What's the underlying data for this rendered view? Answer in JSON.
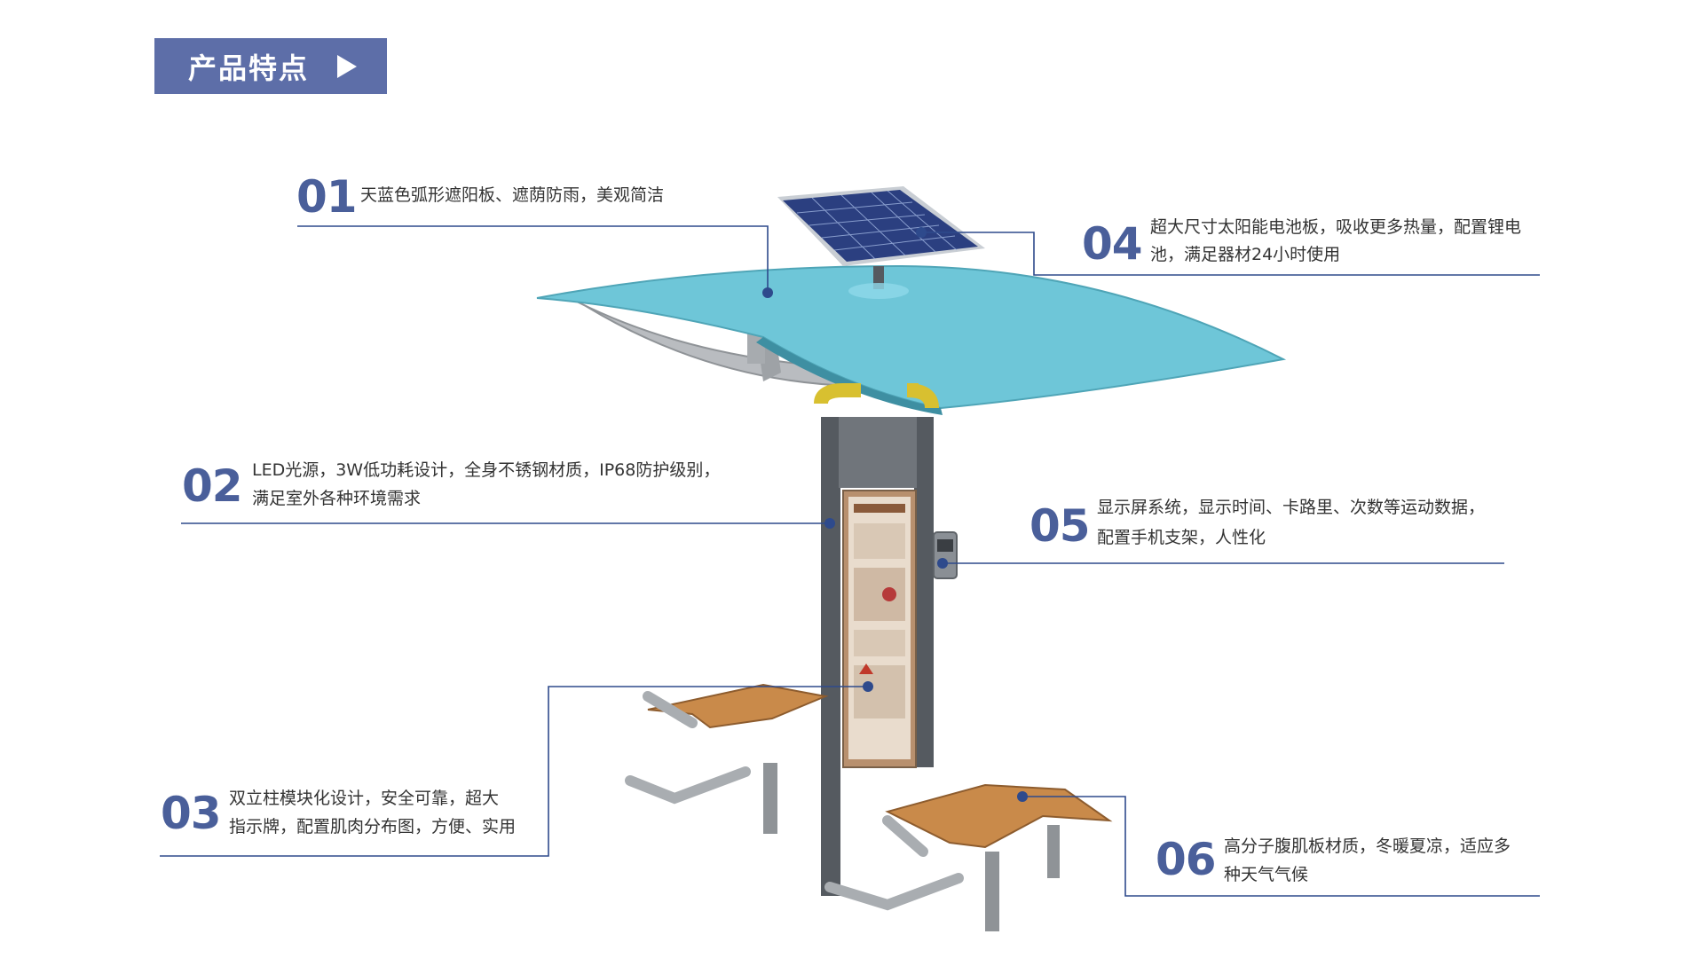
{
  "header": {
    "title": "产品特点"
  },
  "features": [
    {
      "number": "01",
      "lines": [
        "天蓝色弧形遮阳板、遮荫防雨，美观简洁"
      ]
    },
    {
      "number": "02",
      "lines": [
        "LED光源，3W低功耗设计，全身不锈钢材质，IP68防护级别，",
        "满足室外各种环境需求"
      ]
    },
    {
      "number": "03",
      "lines": [
        "双立柱模块化设计，安全可靠，超大",
        "指示牌，配置肌肉分布图，方便、实用"
      ]
    },
    {
      "number": "04",
      "lines": [
        "超大尺寸太阳能电池板，吸收更多热量，配置锂电",
        "池，满足器材24小时使用"
      ]
    },
    {
      "number": "05",
      "lines": [
        "显示屏系统，显示时间、卡路里、次数等运动数据，",
        "配置手机支架，人性化"
      ]
    },
    {
      "number": "06",
      "lines": [
        "高分子腹肌板材质，冬暖夏凉，适应多",
        "种天气气候"
      ]
    }
  ],
  "colors": {
    "accent": "#5d6ea8",
    "number": "#4a5f9a",
    "line": "#2e4a8c",
    "canopy": "#6ec6d8",
    "post": "#555a60",
    "wood": "#c98a4a"
  }
}
